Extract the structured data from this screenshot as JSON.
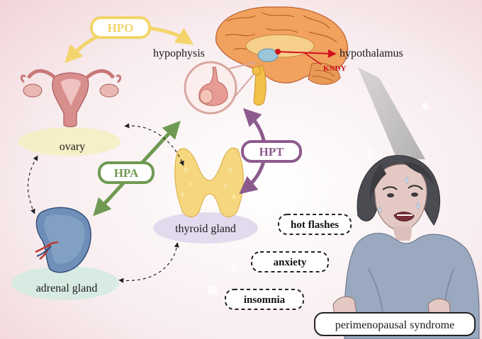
{
  "labels": {
    "hypophysis": "hypophysis",
    "hypothalamus": "hypothalamus",
    "kndy": "KNDY",
    "ovary": "ovary",
    "thyroid": "thyroid gland",
    "adrenal": "adrenal gland"
  },
  "axes": {
    "hpo": "HPO",
    "hpa": "HPA",
    "hpt": "HPT"
  },
  "symptoms": [
    "hot flashes",
    "anxiety",
    "insomnia"
  ],
  "syndrome": "perimenopausal syndrome",
  "colors": {
    "hpo": "#f3d56b",
    "hpa": "#6f9a52",
    "hpt": "#8d5a8e",
    "kndy": "#d0111b"
  }
}
